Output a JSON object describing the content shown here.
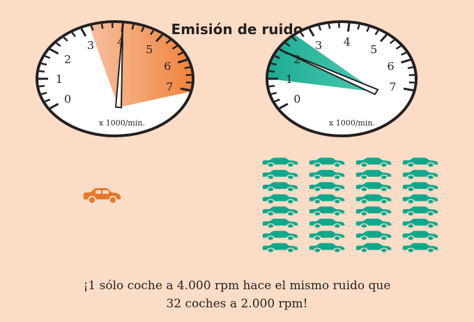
{
  "title": "Emisión de ruido",
  "unit": "x 1000/min.",
  "dial_ticks": [
    "0",
    "1",
    "2",
    "3",
    "4",
    "5",
    "6",
    "7"
  ],
  "gauges": [
    {
      "rpm": 4,
      "zone_color": "#f08a4b"
    },
    {
      "rpm": 2,
      "zone_color": "#14b39a"
    }
  ],
  "single_car_count": 1,
  "many_cars_count": 32,
  "caption_line1": "¡1 sólo coche a 4.000 rpm hace el mismo ruido que",
  "caption_line2": "32 coches a 2.000 rpm!",
  "colors": {
    "background": "#fbdcc6",
    "orange": "#e8762d",
    "green": "#0fa88d",
    "ink": "#231f20"
  },
  "icons": {
    "car_single": "car-icon",
    "car_group": "car-icon"
  }
}
